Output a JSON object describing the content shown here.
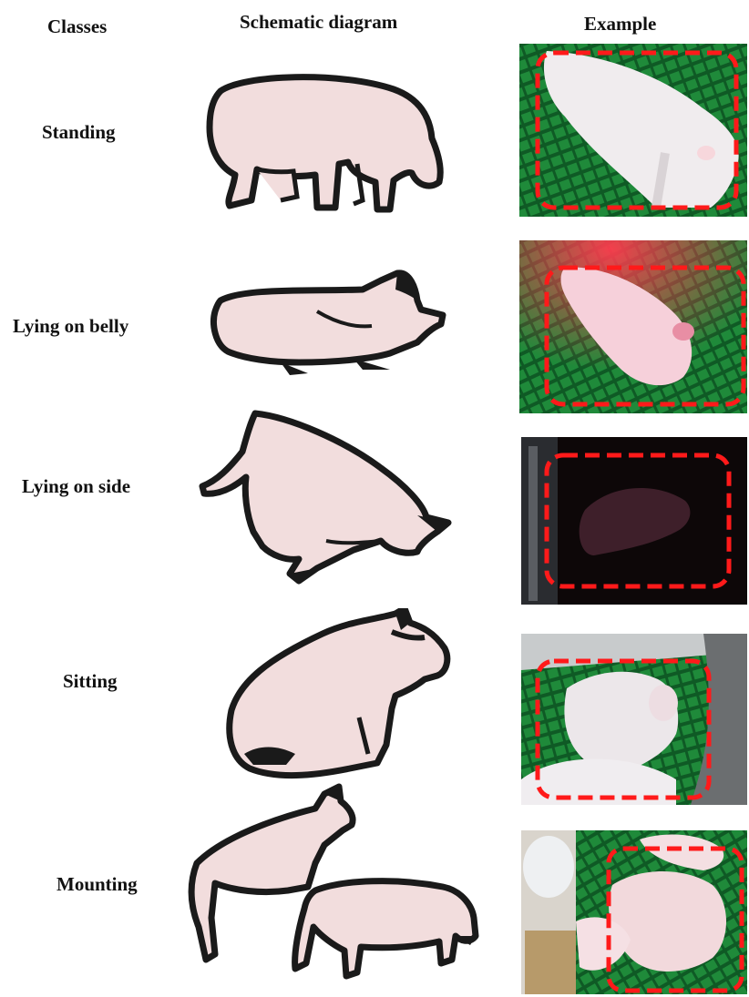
{
  "headers": {
    "classes": "Classes",
    "schematic": "Schematic diagram",
    "example": "Example"
  },
  "rows": [
    {
      "label": "Standing"
    },
    {
      "label": "Lying on belly"
    },
    {
      "label": "Lying on side"
    },
    {
      "label": "Sitting"
    },
    {
      "label": "Mounting"
    }
  ],
  "colors": {
    "pig_fill": "#f2dddd",
    "outline": "#1a1a1a",
    "slat_green": "#1f8a3a",
    "box_red": "#ff1a1a"
  }
}
